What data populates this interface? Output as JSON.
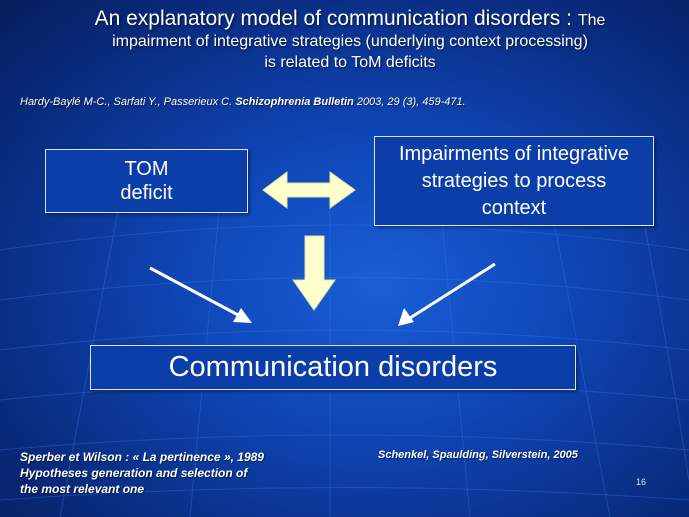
{
  "title": {
    "main": "An explanatory model of communication disorders  : ",
    "line1_rest": "The",
    "line2": "impairment of integrative strategies (underlying context processing)",
    "line3": "is related to ToM deficits"
  },
  "citation": {
    "authors": "Hardy-Baylé M-C., Sarfati Y., Passerieux C. ",
    "journal": "Schizophrenia Bulletin",
    "details": " 2003, 29 (3), 459-471."
  },
  "boxes": {
    "tom": [
      "TOM",
      "deficit"
    ],
    "impairments": [
      "Impairments of integrative",
      "strategies to process",
      "context"
    ],
    "communication": "Communication disorders"
  },
  "footer": {
    "left": [
      "Sperber et Wilson : « La pertinence », 1989",
      "Hypotheses generation and selection of",
      "the most relevant one"
    ],
    "right": "Schenkel, Spaulding, Silverstein, 2005"
  },
  "page_number": "16",
  "colors": {
    "background": "#0f47b8",
    "box_fill": "#0b3ea8",
    "arrow_fill": "#ffffcc",
    "text": "#ffffff"
  }
}
